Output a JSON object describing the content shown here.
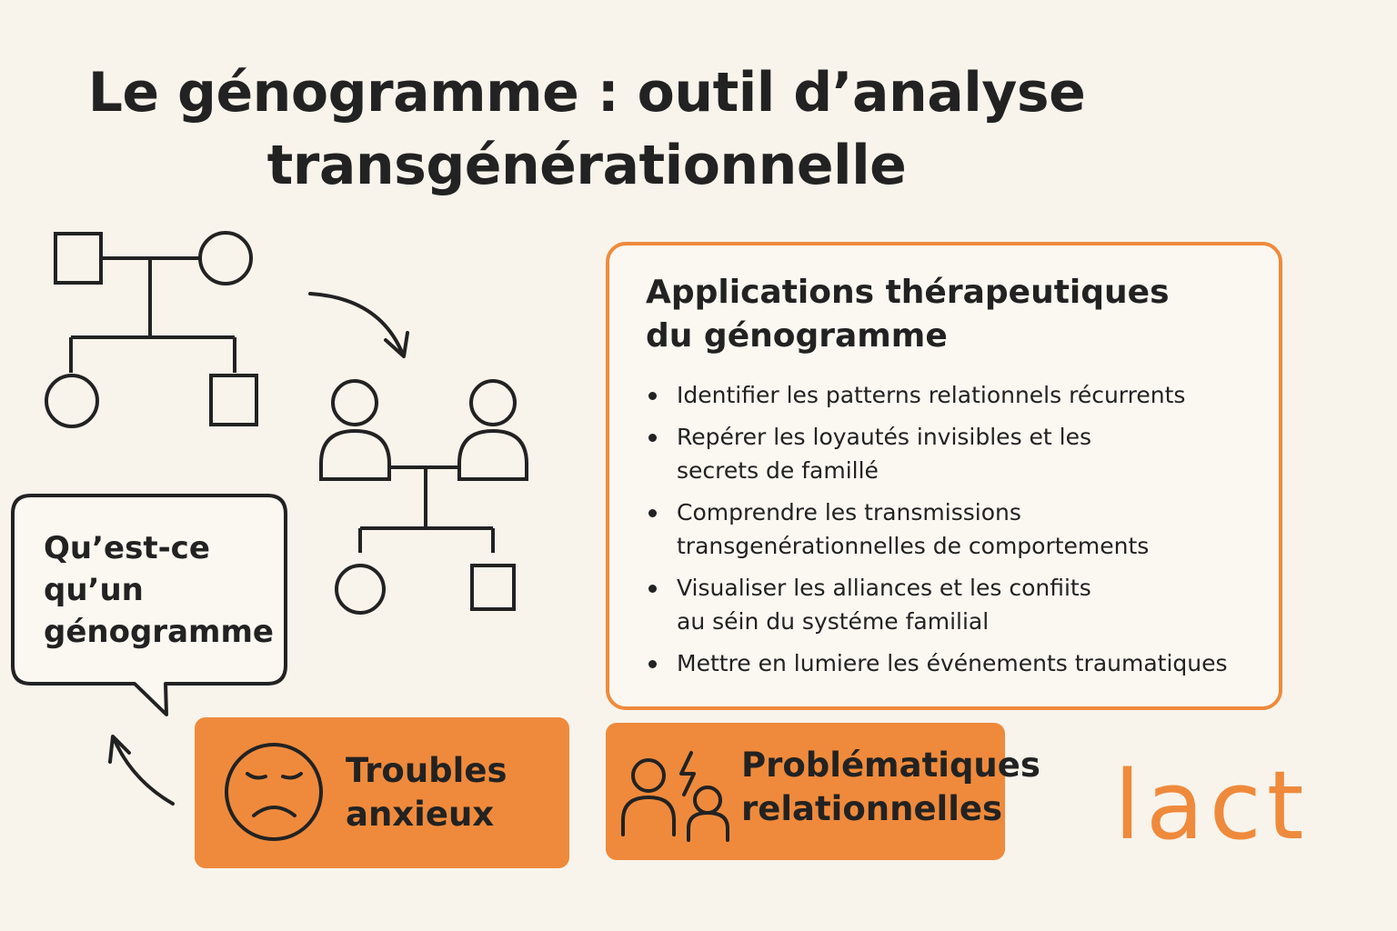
{
  "title": {
    "line1": "Le génogramme : outil d’analyse",
    "line2": "transgénérationnelle"
  },
  "question_bubble": {
    "line1": "Qu’est-ce",
    "line2": "qu’un",
    "line3": "génogramme"
  },
  "applications_panel": {
    "title_line1": "Applications thérapeutiques",
    "title_line2": "du génogramme",
    "items": [
      {
        "line1": "Identifier les patterns  relationnels récurrents",
        "line2": ""
      },
      {
        "line1": "Repérer les loyautés invisibles et les",
        "line2": "secrets de famillé"
      },
      {
        "line1": "Comprendre les transmissions",
        "line2": "transgenérationnelles de comportements"
      },
      {
        "line1": "Visualiser les alliances et les confiits",
        "line2": "au séin du systéme familial"
      },
      {
        "line1": "Mettre en lumiere les événements traumatiques",
        "line2": ""
      }
    ]
  },
  "boxes": {
    "anxiety": {
      "line1": "Troubles",
      "line2": "anxieux",
      "icon": "sad-face-icon"
    },
    "relational": {
      "line1": "Problématiques",
      "line2": "relationnelles",
      "icon": "people-conflict-icon"
    }
  },
  "logo": "lact",
  "colors": {
    "background": "#f8f4ec",
    "accent": "#ef8a3c",
    "ink": "#222222"
  }
}
